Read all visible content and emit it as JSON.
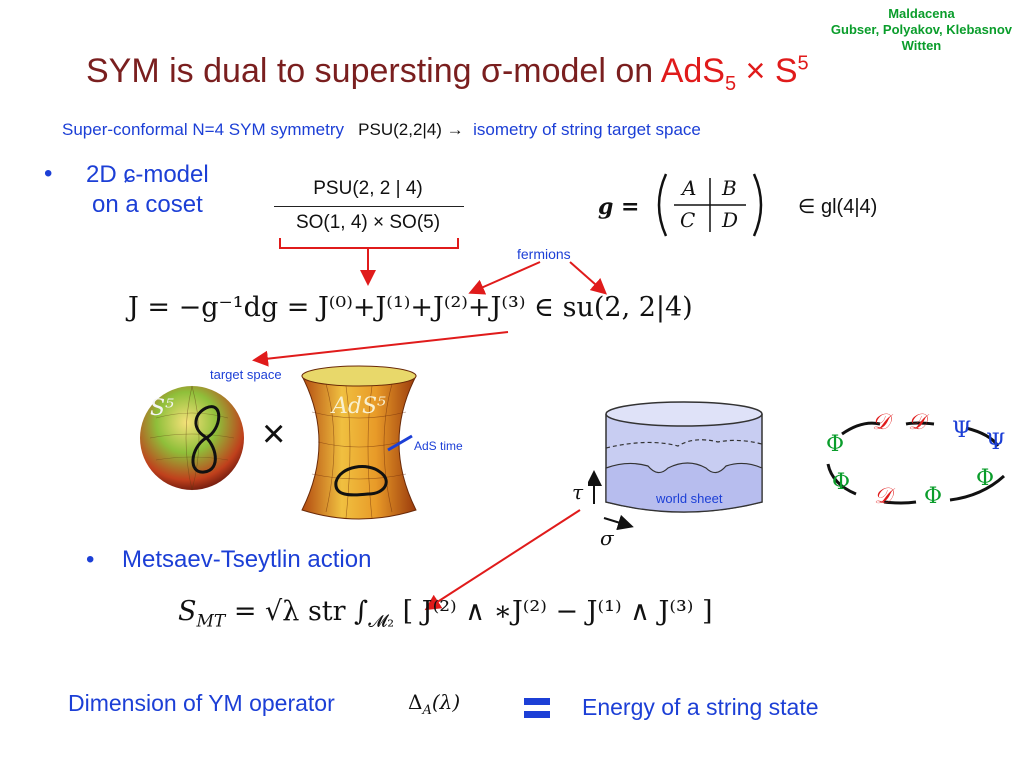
{
  "credits": [
    "Maldacena",
    "Gubser, Polyakov, Klebasnov",
    "Witten"
  ],
  "title": {
    "main": "SYM is dual to supersting σ-model on ",
    "ads": "AdS",
    "ads_sub": "5",
    "times": " × S",
    "s_sup": "5"
  },
  "subtitle": {
    "part1": "Super-conformal N=4 SYM symmetry",
    "psu": "PSU(2,2|4) →",
    "part2": "isometry of string  target space"
  },
  "bullet1": {
    "line1": "2D ɕ-model",
    "line2": "on a coset"
  },
  "coset": {
    "numerator": "PSU(2, 2 | 4)",
    "denominator": "SO(1, 4) × SO(5)"
  },
  "matrix": {
    "lhs": "g =",
    "a": "A",
    "b": "B",
    "c": "C",
    "d": "D",
    "membership": "∈ gl(4|4)"
  },
  "labels": {
    "fermions": "fermions",
    "target_space": "target space",
    "ads_time": "AdS time",
    "world_sheet": "world sheet",
    "tau": "τ",
    "sigma": "σ",
    "sphere_label": "S⁵",
    "ads_label": "AdS⁵",
    "cross": "×"
  },
  "current_eq": {
    "lhs": "J = −g⁻¹dg = J⁽⁰⁾+J⁽¹⁾+J⁽²⁾+J⁽³⁾ ∈ su(2, 2|4)"
  },
  "bullet2": "Metsaev-Tseytlin action",
  "action": {
    "lhs": "S",
    "lhs_sub": "MT",
    "rest": " = √λ  str ∫",
    "domain": "𝓜₂",
    "integrand": "[ J⁽²⁾ ∧ ∗J⁽²⁾ − J⁽¹⁾ ∧ J⁽³⁾ ]"
  },
  "bottom": {
    "left": "Dimension of YM operator",
    "operator": "Δ",
    "operator_sub": "A",
    "operator_arg": "(λ)",
    "right": "Energy of  a string state"
  },
  "ring": {
    "top1": "𝒟",
    "top2": "𝒟",
    "psi1": "Ψ",
    "psi2": "Ψ",
    "phi_left": "Φ",
    "phi_right": "Φ",
    "phi_bl": "Φ",
    "d_bottom": "𝒟",
    "phi_bottom": "Φ"
  }
}
